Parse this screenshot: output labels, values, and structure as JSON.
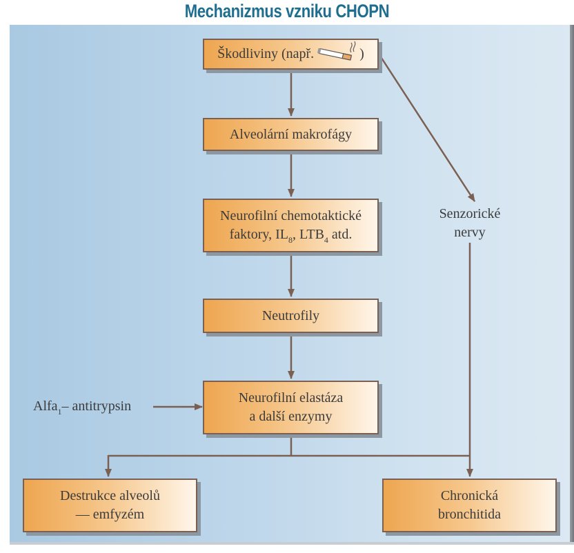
{
  "title": "Mechanizmus vzniku CHOPN",
  "nodes": {
    "skodliviny": {
      "text": "Škodliviny (např.",
      "close": ")"
    },
    "makrofagy": {
      "text": "Alveolární makrofágy"
    },
    "faktory": {
      "line1": "Neurofilní chemotaktické",
      "line2_a": "faktory, IL",
      "sub1": "8",
      "line2_b": ", LTB",
      "sub2": "4",
      "line2_c": " atd."
    },
    "neutrofily": {
      "text": "Neutrofily"
    },
    "elastaza": {
      "line1": "Neurofilní elastáza",
      "line2": "a další enzymy"
    },
    "destrukce": {
      "line1": "Destrukce alveolů",
      "line2": "— emfyzém"
    },
    "bronchitida": {
      "line1": "Chronická",
      "line2": "bronchitida"
    }
  },
  "labels": {
    "nervy_line1": "Senzorické",
    "nervy_line2": "nervy",
    "alfa_a": "Alfa",
    "alfa_sub": "1",
    "alfa_b": "– antitrypsin"
  },
  "icons": {
    "cigarette": "cigarette-icon"
  },
  "colors": {
    "title": "#1e6f8f",
    "box_border": "#7a6052",
    "arrow": "#7a6052"
  }
}
